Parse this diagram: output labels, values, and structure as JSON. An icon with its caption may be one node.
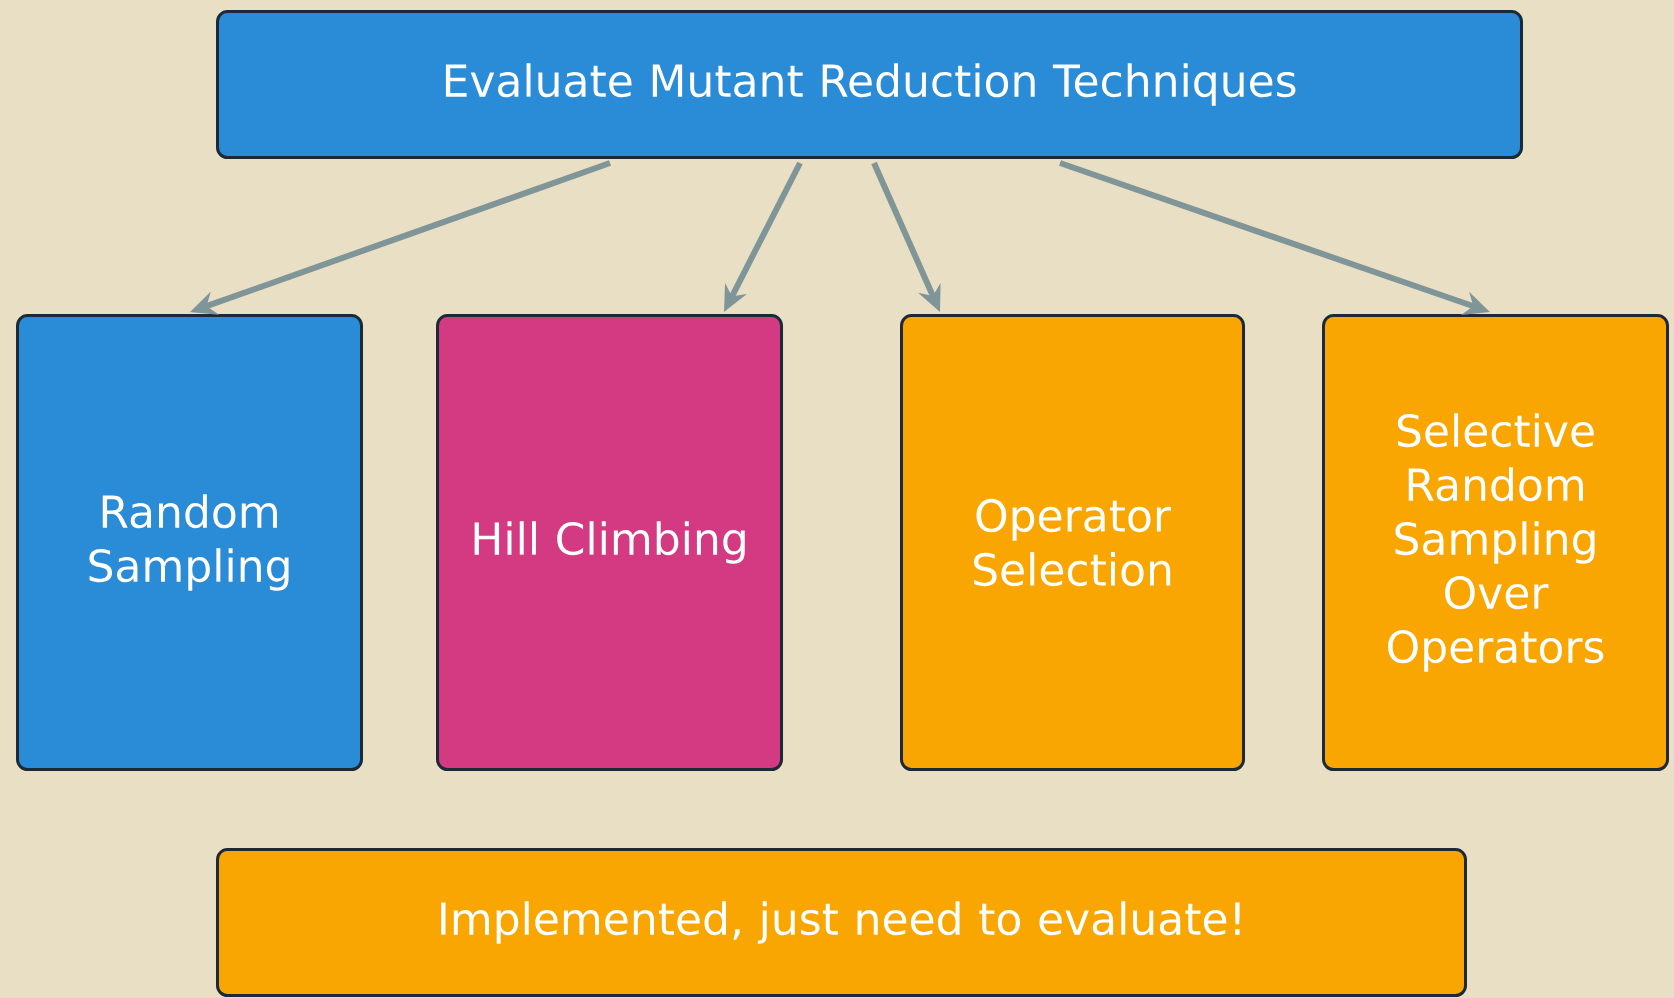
{
  "diagram": {
    "nodes": [
      {
        "text": [
          "Evaluate Mutant Reduction Techniques"
        ]
      },
      {
        "text": [
          "Random Sampling"
        ]
      },
      {
        "text": [
          "Hill Climbing"
        ]
      },
      {
        "text": [
          "Operator Selection"
        ]
      },
      {
        "text": [
          "Selective Random Sampling Over Operators"
        ]
      },
      {
        "text": [
          "Implemented, just need to evaluate!"
        ]
      }
    ],
    "edges": [
      {
        "from": 0,
        "to": 1,
        "arrow": "to"
      },
      {
        "from": 0,
        "to": 2,
        "arrow": "to"
      },
      {
        "from": 0,
        "to": 3,
        "arrow": "to"
      },
      {
        "from": 0,
        "to": 4,
        "arrow": "to"
      }
    ]
  }
}
